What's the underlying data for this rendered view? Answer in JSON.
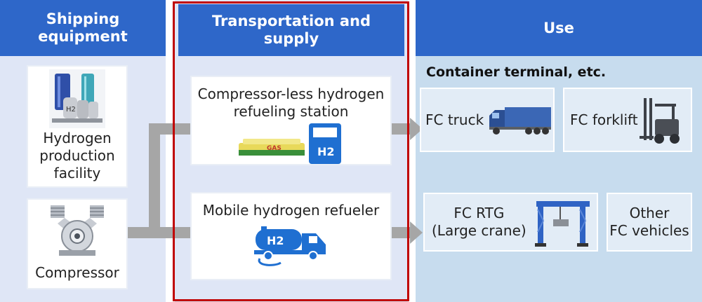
{
  "headers": {
    "shipping": "Shipping\nequipment",
    "transport": "Transportation and\nsupply",
    "use": "Use"
  },
  "container_terminal": "Container terminal, etc.",
  "shipping_items": [
    {
      "label": "Hydrogen\nproduction\nfacility",
      "icon": "hydrogen-production-icon"
    },
    {
      "label": "Compressor",
      "icon": "compressor-icon"
    }
  ],
  "transport_items": [
    {
      "label": "Compressor-less hydrogen\nrefueling station",
      "icon": "refueling-station-icon"
    },
    {
      "label": "Mobile hydrogen refueler",
      "icon": "mobile-refueler-icon"
    }
  ],
  "use_items": [
    {
      "label": "FC truck",
      "icon": "truck-icon"
    },
    {
      "label": "FC forklift",
      "icon": "forklift-icon"
    },
    {
      "label": "FC RTG\n(Large crane)",
      "icon": "crane-icon"
    },
    {
      "label": "Other\nFC vehicles"
    }
  ],
  "icon_text": {
    "gas": "GAS",
    "h2_station": "H2",
    "h2_tank": "H2",
    "h2_facility": "H2"
  },
  "colors": {
    "header": "#2e67c9",
    "column_bg": "#dfe6f6",
    "use_bg": "#c7dcee",
    "arrow": "#a6a6a6",
    "highlight_border": "#c00000"
  }
}
